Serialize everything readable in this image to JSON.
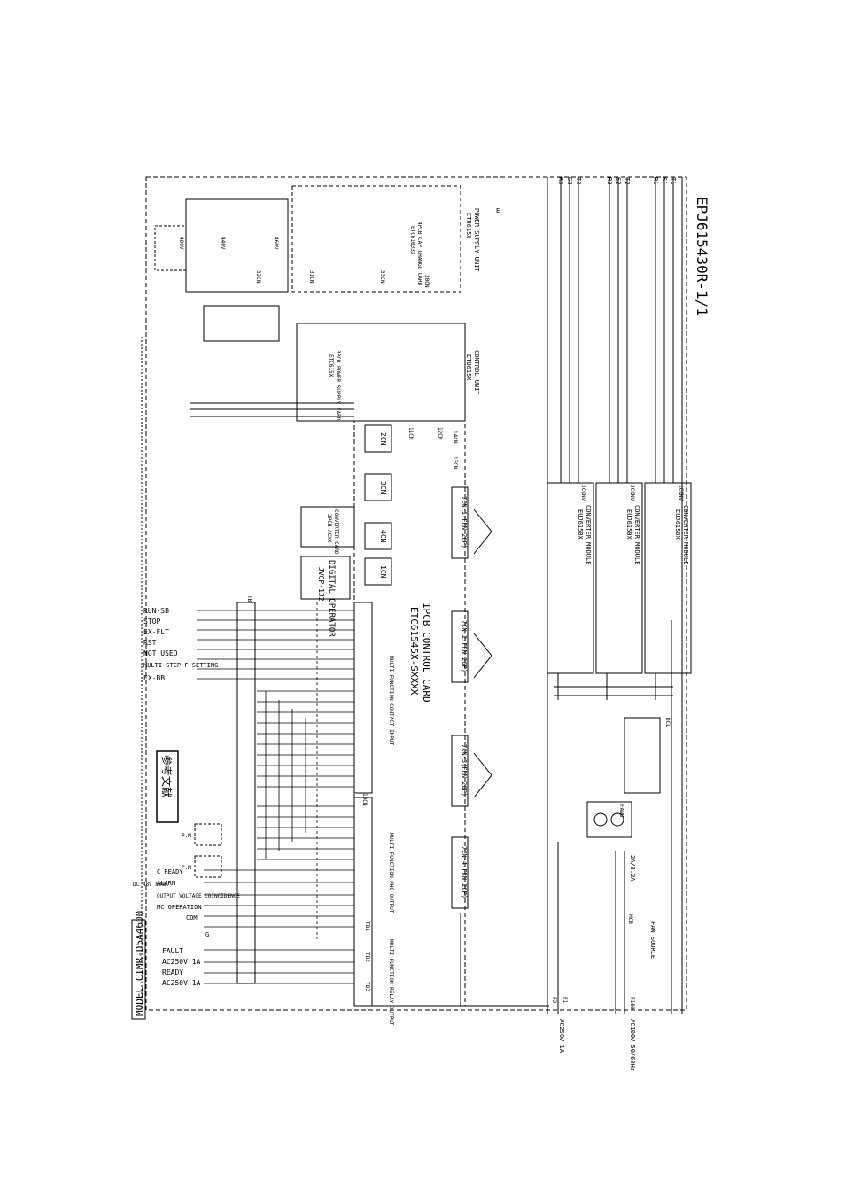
{
  "sheet": {
    "drawing_number": "EPJ615430R-1/1",
    "model_label": "MODEL CIMR-D5A4600"
  },
  "units": {
    "power_supply": "POWER SUPPLY UNIT",
    "power_supply_code": "ETU615X",
    "control": "CONTROL UNIT",
    "control_code": "ETU615X",
    "converter_module": "CONVERTER MODULE",
    "converter_code": "EUJ6150X",
    "control_card": "1PCB  CONTROL CARD",
    "control_card_code": "ETC61545X-SXXXX",
    "digital_operator": "DIGITAL OPERATOR",
    "digital_operator_code": "JVOP-132",
    "power_supply_card": "3PCB POWER SUPPLY CARD",
    "power_supply_card_code": "ETC615X",
    "converter_card": "CONVERTER CARD",
    "converter_card_code": "2PCB-ACXX",
    "cap_change": "4PCB CAP CHANGE CARD",
    "cap_change_code": "ETC61033X"
  },
  "connectors": {
    "c7_1": "7CN-1(FRN 26P)",
    "c7_2": "7CN-2(FRN 26P)",
    "c7_3": "7CN-3(FRN 26P)",
    "c7_4": "7CN-4(FRN 26P)",
    "c2": "2CN",
    "c3": "3CN",
    "c4": "4CN",
    "c1": "1CN",
    "c13": "13CN",
    "c14": "14CN",
    "c11": "11CN",
    "c12": "12CN",
    "c30": "30CN",
    "c31": "31CN",
    "c32": "32CN",
    "c33": "33CN",
    "c10": "10CN",
    "tb1": "TB1",
    "tb2": "TB2",
    "tb3": "TB3",
    "tb": "TB"
  },
  "inputs": {
    "heading": "MULTI-FUNCTION CONTACT INPUT",
    "items": [
      "RUN-SB",
      "STOP",
      "EX-FLT",
      "RST",
      "NOT USED",
      "MULTI-STEP F-SETTING",
      "EX-BB"
    ]
  },
  "outputs": {
    "dc_label": "DC 48V 80mA",
    "items": [
      "C READY",
      "ALARM",
      "OUTPUT VOLTAGE COINCIDENCE",
      "MC OPERATION",
      "COM"
    ],
    "relay_heading": "MULTI-FUNCTION RELAY OUTPUT",
    "relay_items": [
      "FAULT",
      "AC250V 1A",
      "READY",
      "AC250V 1A"
    ],
    "pho_heading": "MULTI-FUNCTION PHO OUTPUT"
  },
  "power": {
    "phases_a": [
      "R1",
      "S1",
      "T1"
    ],
    "phases_b": [
      "R2",
      "S2",
      "T2"
    ],
    "phases_c": [
      "R3",
      "S3",
      "T3"
    ],
    "modules": [
      "1CONV",
      "2CONV",
      "3CONV"
    ],
    "fan_source": "FAN SOURCE",
    "fan": "FANU",
    "ac100": "AC100V 50/60Hz",
    "ac250": "AC250V 1A",
    "fuse": "2A/3.2A",
    "mcb": "MCB",
    "dcl": "DCL",
    "voltages": [
      "400V",
      "440V",
      "460V"
    ],
    "grounds": [
      "E",
      "G"
    ],
    "terminals_f": [
      "F1",
      "F2",
      "F100"
    ],
    "pm": [
      "P.M",
      "P.M"
    ]
  },
  "stamp": "参考文献"
}
